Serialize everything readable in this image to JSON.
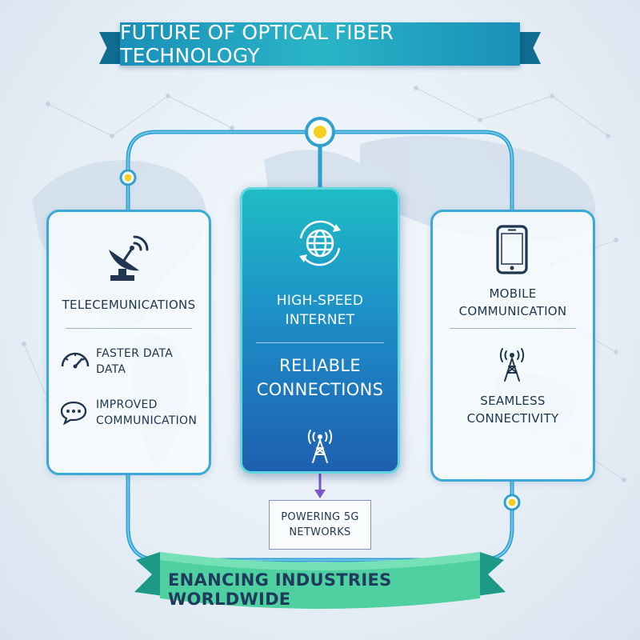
{
  "title": "FUTURE OF OPTICAL FIBER TECHNOLOGY",
  "left_card": {
    "heading": "TELECEMUNICATIONS",
    "item1_line1": "FASTER DATA",
    "item1_line2": "DATA",
    "item2_line1": "IMPROVED",
    "item2_line2": "COMMUNICATION"
  },
  "center_card": {
    "heading_line1": "HIGH-SPEED",
    "heading_line2": "INTERNET",
    "sub_line1": "RELIABLE",
    "sub_line2": "CONNECTIONS"
  },
  "right_card": {
    "heading_line1": "MOBILE",
    "heading_line2": "COMMUNICATION",
    "item_line1": "SEAMLESS",
    "item_line2": "CONNECTIVITY"
  },
  "power_box": {
    "line1": "POWERING 5G",
    "line2": "NETWORKS"
  },
  "footer_banner": "ENANCING INDUSTRIES WORLDWIDE",
  "colors": {
    "accent_teal": "#2ab5c7",
    "accent_blue": "#1e5fb0",
    "banner_green": "#4fd0a0",
    "node_yellow": "#f5d020"
  },
  "icons": [
    "satellite-dish-icon",
    "speedometer-icon",
    "chat-bubble-icon",
    "globe-refresh-icon",
    "radio-tower-icon",
    "smartphone-icon",
    "signal-tower-icon"
  ]
}
